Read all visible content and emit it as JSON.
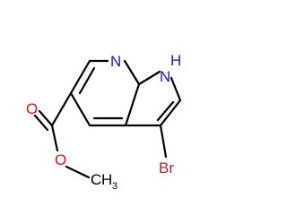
{
  "molecule": {
    "atom_labels": {
      "n_pyridine": "N",
      "n_pyrrole": "N",
      "n_pyrrole_h": "H",
      "o_carbonyl": "O",
      "o_ester": "O",
      "bromine": "Br",
      "methyl_c": "C",
      "methyl_h": "H",
      "methyl_sub": "3"
    },
    "colors": {
      "bond": "#000000",
      "nitrogen": "#1919c8",
      "oxygen": "#e01010",
      "bromine": "#a52a2a",
      "carbon": "#000000"
    }
  }
}
